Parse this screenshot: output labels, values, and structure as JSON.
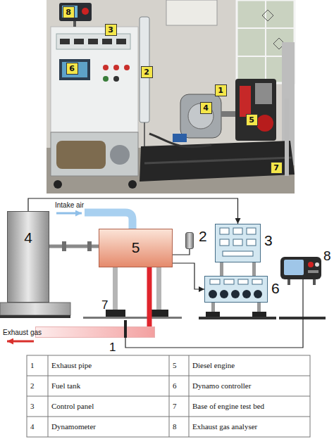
{
  "diagram": {
    "nodes": [
      {
        "text": [
          "8"
        ]
      },
      {
        "text": [
          "3"
        ]
      },
      {
        "text": [
          "6"
        ]
      },
      {
        "text": [
          "2"
        ]
      },
      {
        "text": [
          "1"
        ]
      },
      {
        "text": [
          "4"
        ]
      },
      {
        "text": [
          "5"
        ]
      },
      {
        "text": [
          "7"
        ]
      },
      {
        "text": [
          "4"
        ]
      },
      {
        "text": [
          "5"
        ]
      },
      {
        "text": [
          "2"
        ]
      },
      {
        "text": [
          "3"
        ]
      },
      {
        "text": [
          "6"
        ]
      },
      {
        "text": [
          "8"
        ]
      },
      {
        "text": [
          "1"
        ]
      }
    ],
    "edges": [
      {
        "from": 8,
        "to": 11,
        "arrow": "to"
      },
      {
        "from": 8,
        "to": 9,
        "arrow": "none"
      },
      {
        "from": 9,
        "to": 10,
        "arrow": "none"
      },
      {
        "from": 9,
        "to": 12,
        "arrow": "to"
      },
      {
        "from": 9,
        "to": 14,
        "arrow": "none"
      },
      {
        "from": 14,
        "to": 13,
        "arrow": "none"
      }
    ],
    "labels": [
      "Intake air",
      "7",
      "Exhaust gas",
      "1",
      "Exhaust pipe",
      "5",
      "Diesel engine",
      "2",
      "Fuel tank",
      "6",
      "Dynamo controller",
      "3",
      "Control panel",
      "7",
      "Base of engine test bed",
      "4",
      "Dynamometer",
      "8",
      "Exhaust gas analyser"
    ]
  }
}
